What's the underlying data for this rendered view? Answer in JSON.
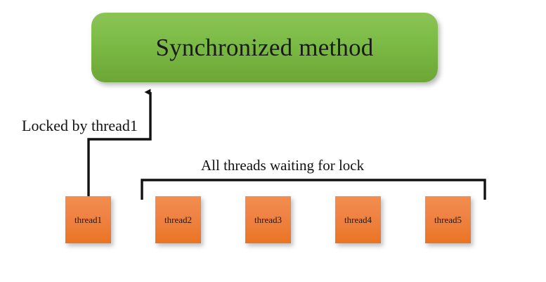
{
  "diagram": {
    "title": "Synchronized method",
    "background_color": "#ffffff",
    "sync_node": {
      "label": "Synchronized method",
      "fill_top_color": "#8cc456",
      "fill_bottom_color": "#6da636",
      "text_color": "#1a1a1a"
    },
    "threads": [
      {
        "label": "thread1",
        "state": "holds-lock"
      },
      {
        "label": "thread2",
        "state": "waiting"
      },
      {
        "label": "thread3",
        "state": "waiting"
      },
      {
        "label": "thread4",
        "state": "waiting"
      },
      {
        "label": "thread5",
        "state": "waiting"
      }
    ],
    "thread_style": {
      "fill_top_color": "#f28e4f",
      "fill_bottom_color": "#ea7423",
      "text_color": "#1a1a1a"
    },
    "annotations": {
      "locked_by": "Locked by thread1",
      "waiting_for_lock": "All threads waiting for lock"
    },
    "connector_color": "#111111"
  }
}
